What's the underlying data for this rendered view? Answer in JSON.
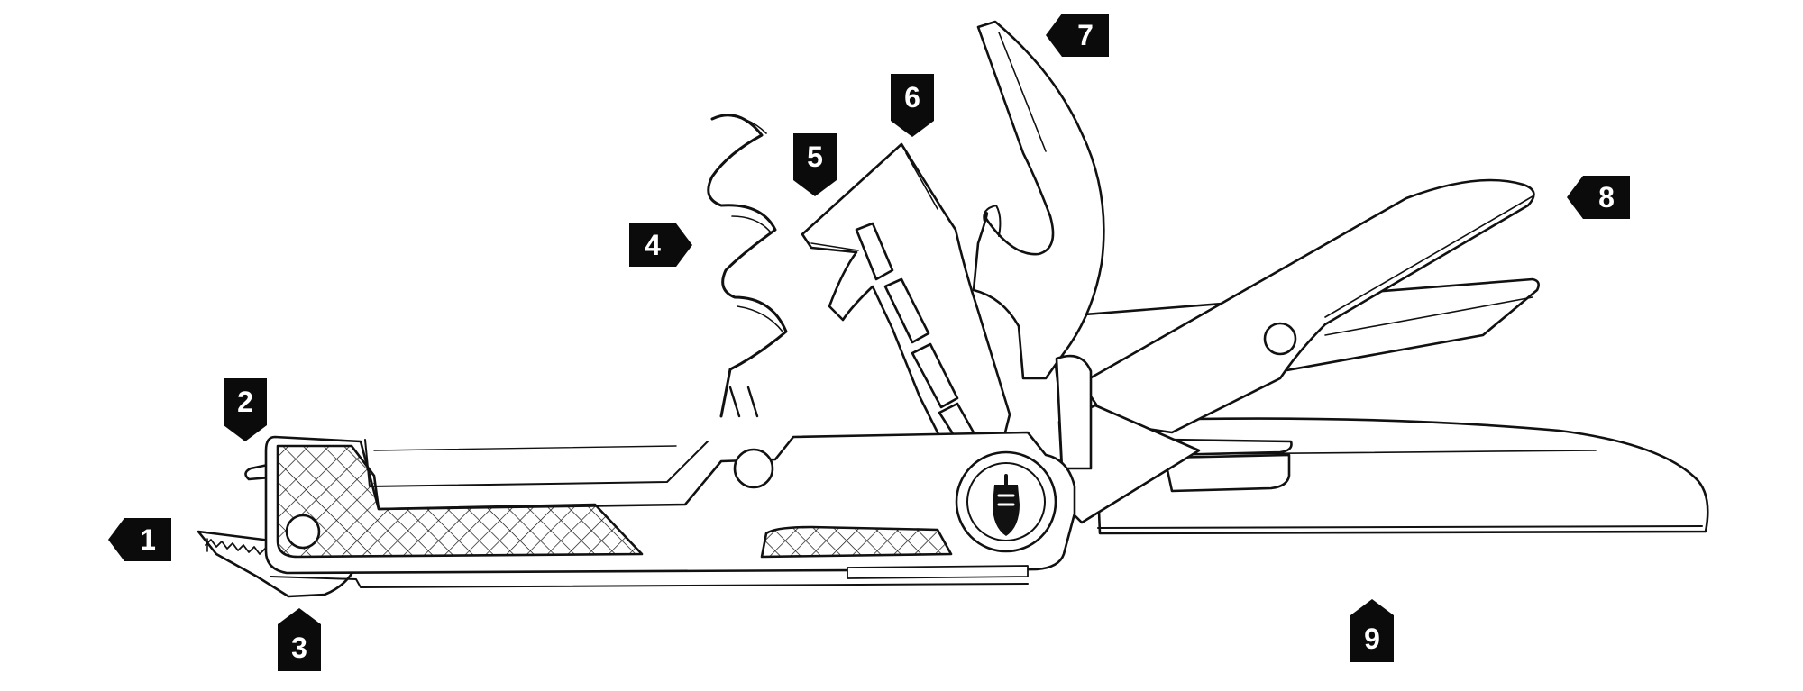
{
  "diagram": {
    "colors": {
      "ink": "#111111",
      "marker": "#0b0b0b",
      "marker_text": "#ffffff",
      "background": "#ffffff"
    },
    "callouts": [
      {
        "id": "1",
        "label": "1",
        "points": "left"
      },
      {
        "id": "2",
        "label": "2",
        "points": "down"
      },
      {
        "id": "3",
        "label": "3",
        "points": "up"
      },
      {
        "id": "4",
        "label": "4",
        "points": "right"
      },
      {
        "id": "5",
        "label": "5",
        "points": "down"
      },
      {
        "id": "6",
        "label": "6",
        "points": "down"
      },
      {
        "id": "7",
        "label": "7",
        "points": "left"
      },
      {
        "id": "8",
        "label": "8",
        "points": "left"
      },
      {
        "id": "9",
        "label": "9",
        "points": "up"
      }
    ]
  }
}
